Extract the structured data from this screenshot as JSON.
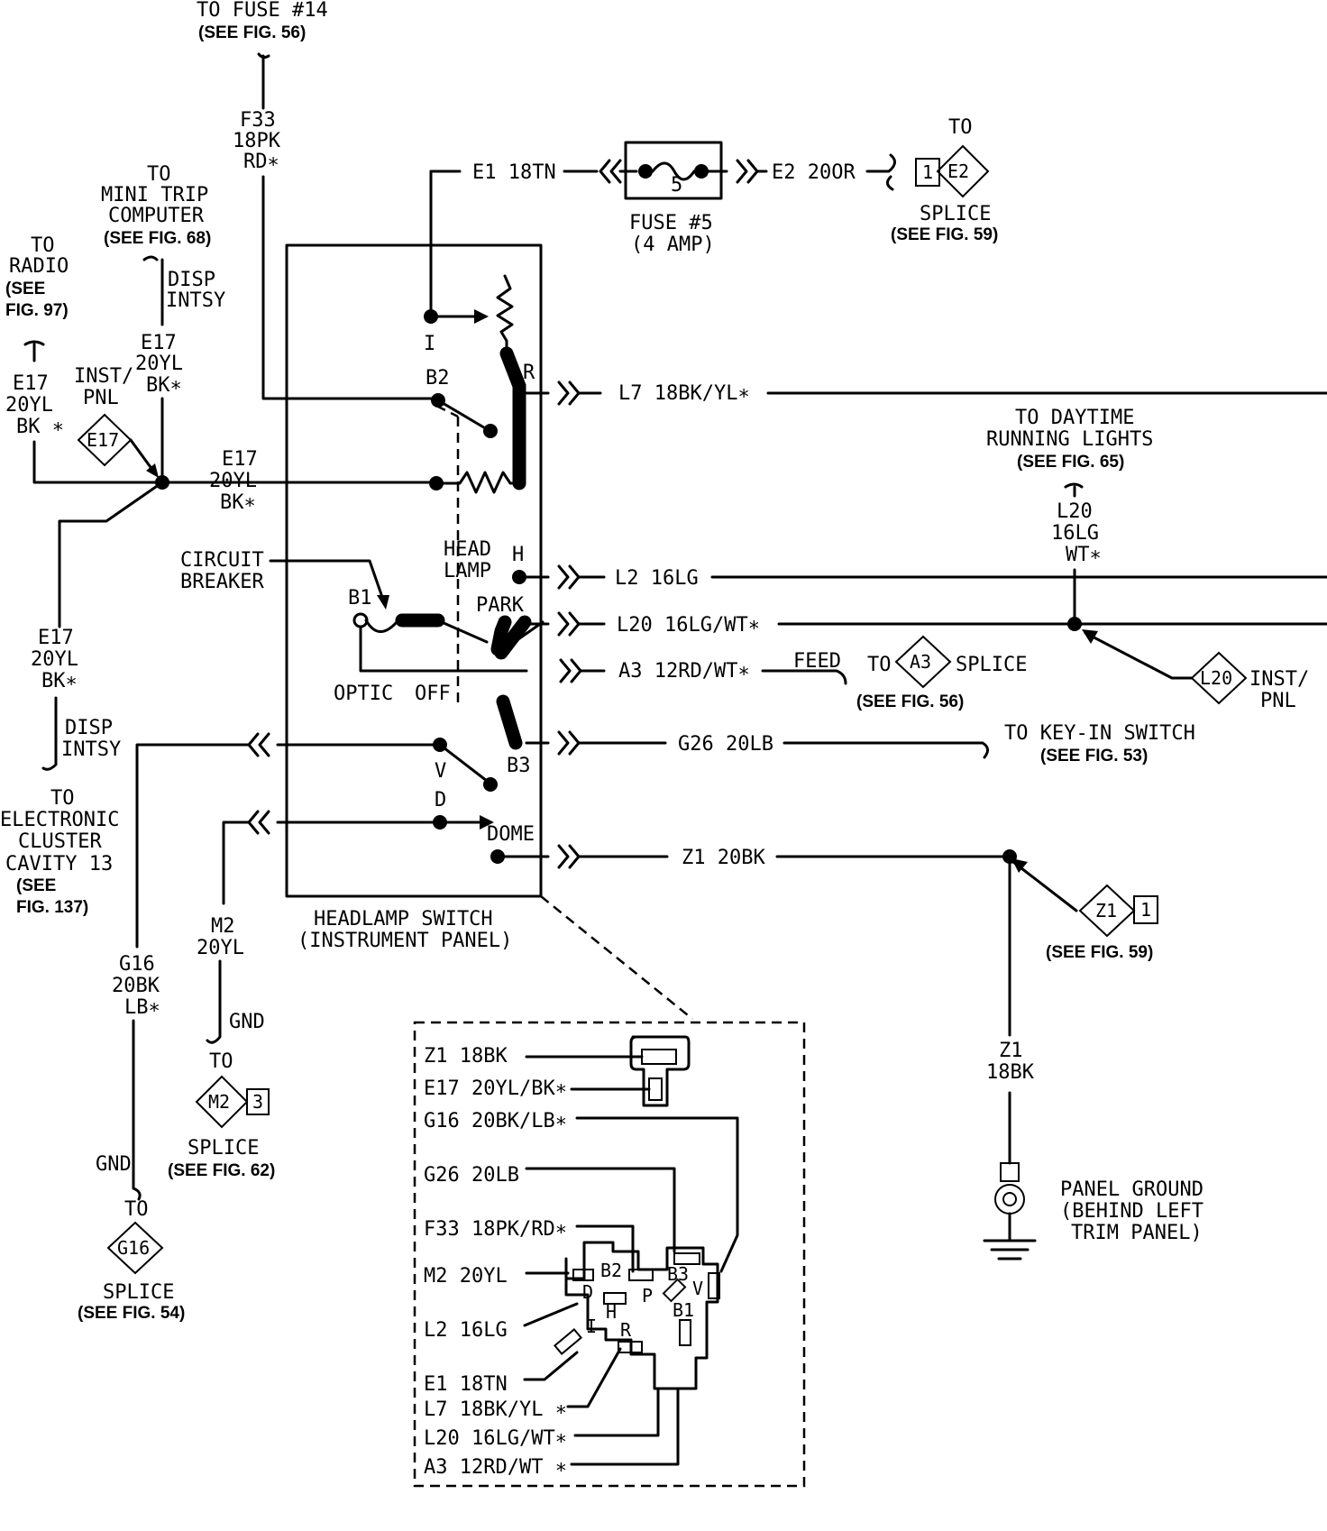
{
  "colors": {
    "line": "#000000",
    "background": "#ffffff"
  },
  "top": {
    "fuse14": "TO FUSE #14",
    "fuse14_fig": "(SEE FIG. 56)"
  },
  "f33": {
    "l1": "F33",
    "l2": "18PK",
    "l3": "RD∗"
  },
  "minitrip": {
    "l1": "TO",
    "l2": "MINI TRIP",
    "l3": "COMPUTER",
    "fig": "(SEE FIG. 68)",
    "disp1": "DISP",
    "disp2": "INTSY"
  },
  "radio": {
    "l1": "TO",
    "l2": "RADIO",
    "l3": "(SEE",
    "l4": "FIG. 97)"
  },
  "e17_top": {
    "l1": "E17",
    "l2": "20YL",
    "l3": "BK∗"
  },
  "e17_left": {
    "l1": "E17",
    "l2": "20YL",
    "l3": "BK ∗"
  },
  "instpnl": {
    "l1": "INST/",
    "l2": "PNL",
    "diamond": "E17"
  },
  "e17_mid": {
    "l1": "E17",
    "l2": "20YL",
    "l3": "BK∗"
  },
  "e17_low": {
    "l1": "E17",
    "l2": "20YL",
    "l3": "BK∗",
    "disp1": "DISP",
    "disp2": "INTSY"
  },
  "cluster": {
    "l1": "TO",
    "l2": "ELECTRONIC",
    "l3": "CLUSTER",
    "l4": "CAVITY 13",
    "l5": "(SEE",
    "l6": "FIG. 137)"
  },
  "g16": {
    "l1": "G16",
    "l2": "20BK",
    "l3": "LB∗",
    "gnd": "GND",
    "to": "TO",
    "diamond": "G16",
    "splice": "SPLICE",
    "fig": "(SEE FIG. 54)"
  },
  "m2": {
    "l1": "M2",
    "l2": "20YL",
    "gnd": "GND",
    "to": "TO",
    "diamond": "M2",
    "pin": "3",
    "splice": "SPLICE",
    "fig": "(SEE FIG. 62)"
  },
  "cb": {
    "l1": "CIRCUIT",
    "l2": "BREAKER"
  },
  "switch": {
    "I": "I",
    "B2": "B2",
    "R": "R",
    "head1": "HEAD",
    "head2": "LAMP",
    "H": "H",
    "park": "PARK",
    "B1": "B1",
    "optic": "OPTIC",
    "off": "OFF",
    "V": "V",
    "B3": "B3",
    "D": "D",
    "dome": "DOME",
    "title1": "HEADLAMP SWITCH",
    "title2": "(INSTRUMENT PANEL)"
  },
  "fuse5": {
    "e1": "E1 18TN",
    "num": "5",
    "name": "FUSE #5",
    "amp": "(4 AMP)",
    "e2": "E2 20OR"
  },
  "spliceE2": {
    "to": "TO",
    "pin": "1",
    "diamond": "E2",
    "name": "SPLICE",
    "fig": "(SEE FIG. 59)"
  },
  "wires": {
    "l7": "L7 18BK/YL∗",
    "l2": "L2 16LG",
    "l20": "L20 16LG/WT∗",
    "a3": "A3 12RD/WT∗",
    "g26": "G26 20LB",
    "z1": "Z1 20BK"
  },
  "drl": {
    "l1": "TO DAYTIME",
    "l2": "RUNNING LIGHTS",
    "fig": "(SEE FIG. 65)",
    "w1": "L20",
    "w2": "16LG",
    "w3": "WT∗"
  },
  "l20pnl": {
    "diamond": "L20",
    "l1": "INST/",
    "l2": "PNL"
  },
  "a3splice": {
    "feed": "FEED",
    "to": "TO",
    "diamond": "A3",
    "name": "SPLICE",
    "fig": "(SEE FIG. 56)"
  },
  "keyin": {
    "l1": "TO KEY-IN SWITCH",
    "fig": "(SEE FIG. 53)"
  },
  "z1splice": {
    "diamond": "Z1",
    "pin": "1",
    "fig": "(SEE FIG. 59)",
    "w1": "Z1",
    "w2": "18BK"
  },
  "ground": {
    "l1": "PANEL GROUND",
    "l2": "(BEHIND LEFT",
    "l3": "TRIM PANEL)"
  },
  "inset": {
    "z1": "Z1 18BK",
    "e17": "E17 20YL/BK∗",
    "g16": "G16 20BK/LB∗",
    "g26": "G26 20LB",
    "f33": "F33 18PK/RD∗",
    "m2": "M2 20YL",
    "l2": "L2 16LG",
    "e1": "E1 18TN",
    "l7": "L7 18BK/YL ∗",
    "l20": "L20 16LG/WT∗",
    "a3": "A3 12RD/WT ∗",
    "B2": "B2",
    "B3": "B3",
    "V": "V",
    "D": "D",
    "P": "P",
    "B1": "B1",
    "H": "H",
    "I": "I",
    "R": "R"
  }
}
